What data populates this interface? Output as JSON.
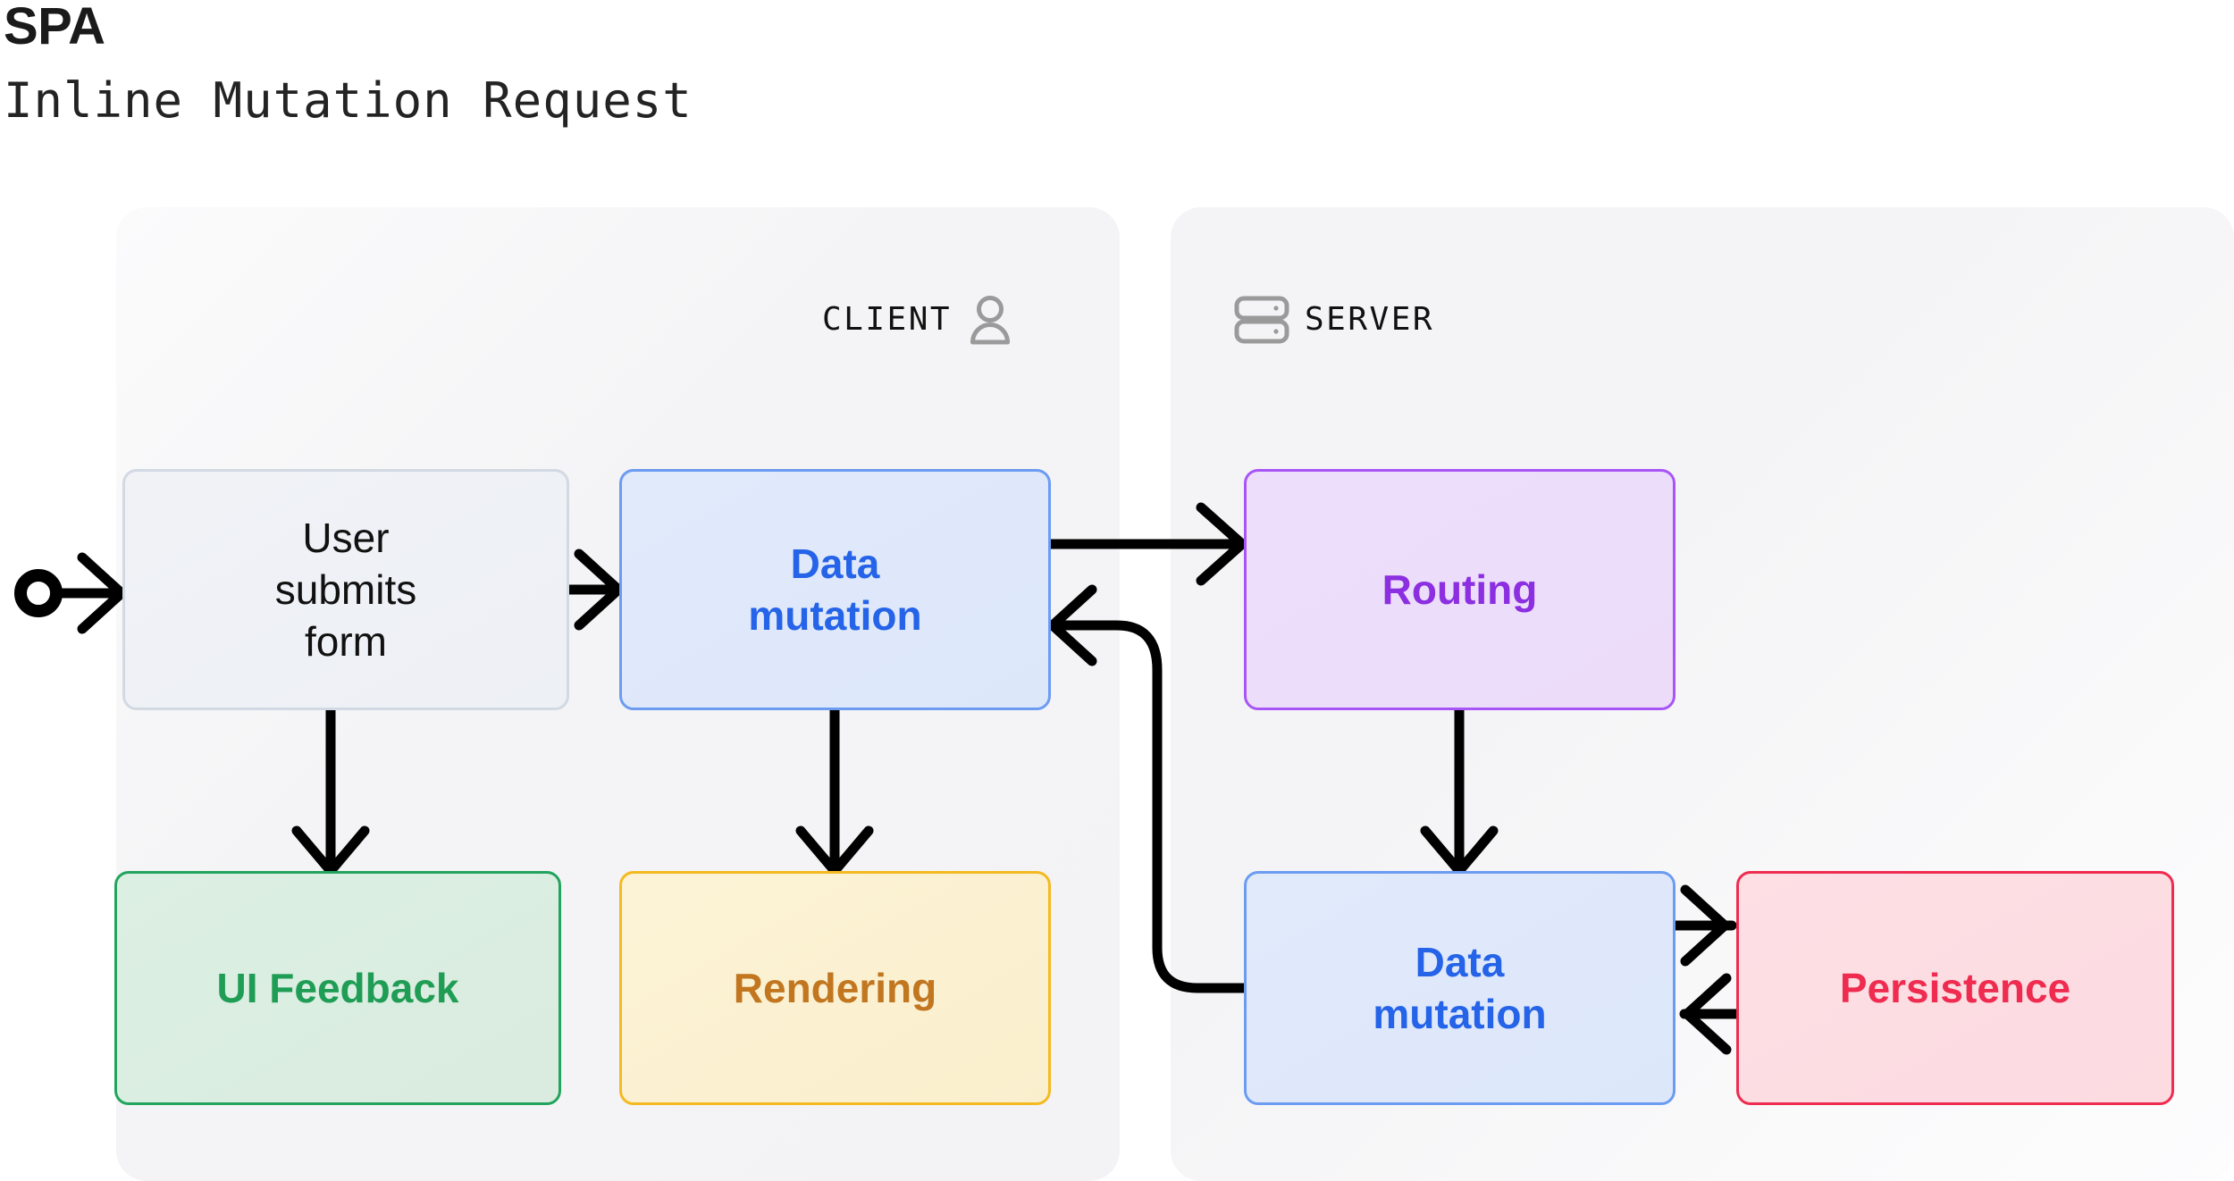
{
  "header": {
    "title": "SPA",
    "subtitle": "Inline Mutation Request"
  },
  "panels": [
    {
      "id": "client",
      "label": "CLIENT",
      "icon": "user-icon",
      "icon_side": "right"
    },
    {
      "id": "server",
      "label": "SERVER",
      "icon": "server-rack-icon",
      "icon_side": "left"
    }
  ],
  "nodes": [
    {
      "id": "user-submits-form",
      "label": "User\nsubmits\nform",
      "panel": "client",
      "fill": "#eef1f5",
      "border": "#d3d9e3",
      "text": "#111111"
    },
    {
      "id": "client-data-mutation",
      "label": "Data\nmutation",
      "panel": "client",
      "fill": "#dce7fa",
      "border": "#6c9bf2",
      "text": "#2563e8"
    },
    {
      "id": "ui-feedback",
      "label": "UI Feedback",
      "panel": "client",
      "fill": "#d9ecdf",
      "border": "#22a45d",
      "text": "#1f9d55"
    },
    {
      "id": "rendering",
      "label": "Rendering",
      "panel": "client",
      "fill": "#faefcd",
      "border": "#f5b921",
      "text": "#c1761f"
    },
    {
      "id": "routing",
      "label": "Routing",
      "panel": "server",
      "fill": "#ecdcfa",
      "border": "#a855f7",
      "text": "#8b2fe0"
    },
    {
      "id": "server-data-mutation",
      "label": "Data\nmutation",
      "panel": "server",
      "fill": "#dce7fa",
      "border": "#6c9bf2",
      "text": "#2563e8"
    },
    {
      "id": "persistence",
      "label": "Persistence",
      "panel": "server",
      "fill": "#fcdbe1",
      "border": "#ef2c50",
      "text": "#ef2c50"
    }
  ],
  "edges": [
    {
      "id": "start-to-user-submits-form",
      "from": "start",
      "to": "user-submits-form",
      "kind": "start-arrow"
    },
    {
      "id": "user-submits-form-to-client-data-mutation",
      "from": "user-submits-form",
      "to": "client-data-mutation",
      "kind": "straight"
    },
    {
      "id": "user-submits-form-to-ui-feedback",
      "from": "user-submits-form",
      "to": "ui-feedback",
      "kind": "straight"
    },
    {
      "id": "client-data-mutation-to-rendering",
      "from": "client-data-mutation",
      "to": "rendering",
      "kind": "straight"
    },
    {
      "id": "client-data-mutation-to-routing",
      "from": "client-data-mutation",
      "to": "routing",
      "kind": "straight"
    },
    {
      "id": "routing-to-server-data-mutation",
      "from": "routing",
      "to": "server-data-mutation",
      "kind": "straight"
    },
    {
      "id": "server-data-mutation-to-persistence",
      "from": "server-data-mutation",
      "to": "persistence",
      "kind": "straight"
    },
    {
      "id": "persistence-to-server-data-mutation",
      "from": "persistence",
      "to": "server-data-mutation",
      "kind": "straight"
    },
    {
      "id": "server-data-mutation-to-client-data-mutation",
      "from": "server-data-mutation",
      "to": "client-data-mutation",
      "kind": "curved-return"
    }
  ],
  "colors": {
    "arrow": "#000000",
    "panel_background": "#f4f4f6",
    "canvas_background": "#ffffff",
    "title_text": "#1a1a1a",
    "panel_label_text": "#111111",
    "panel_icon": "#9a9a9a"
  }
}
